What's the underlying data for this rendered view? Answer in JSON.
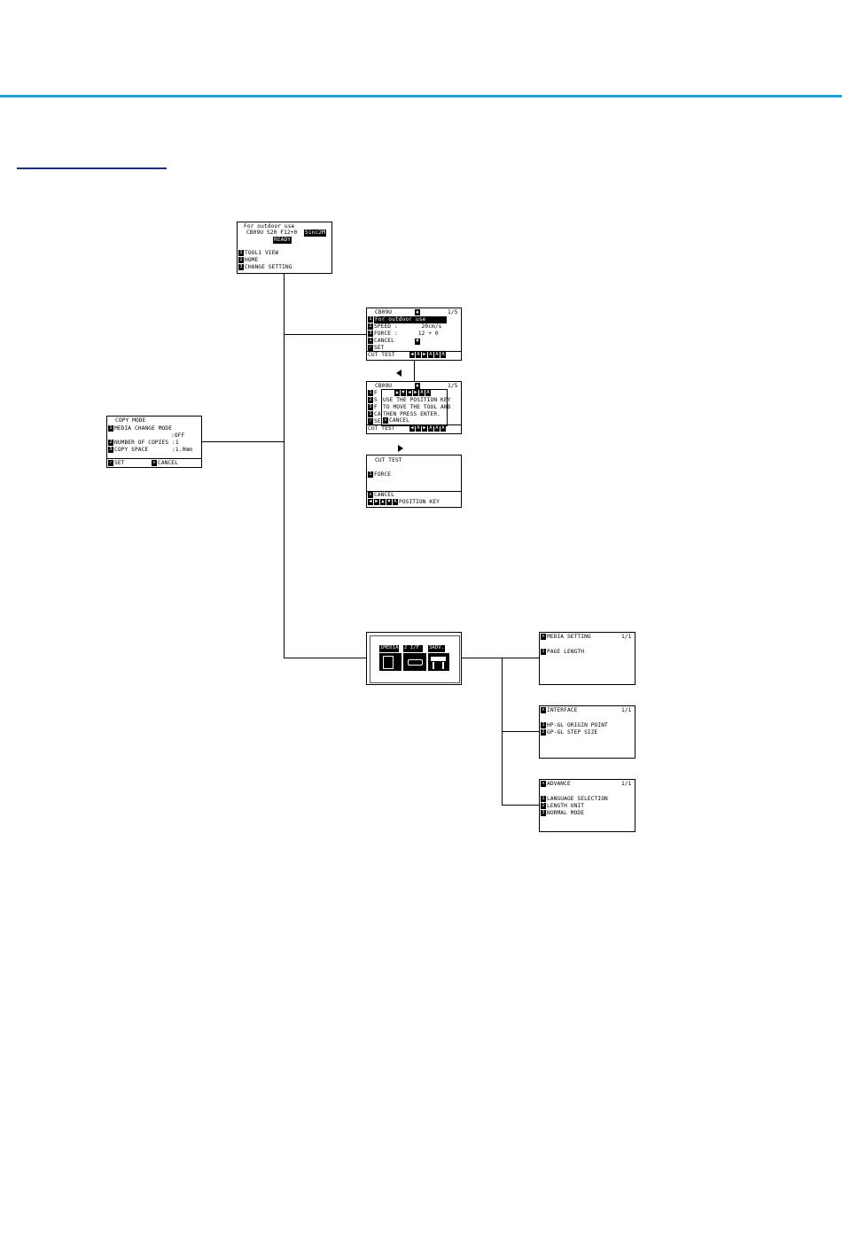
{
  "main_screen": {
    "line1": "For outdoor use",
    "line2": "CB09U S20 F12+0",
    "tag": "Sinc2M",
    "status": "READY",
    "items": [
      {
        "key": "1",
        "label": "TOOL1 VIEW"
      },
      {
        "key": "2",
        "label": "HOME"
      },
      {
        "key": "3",
        "label": "CHANGE SETTING"
      }
    ]
  },
  "copy_screen": {
    "title": "COPY MODE",
    "items": [
      {
        "key": "1",
        "label": "MEDIA CHANGE MODE"
      },
      {
        "key": "",
        "label": ":OFF"
      },
      {
        "key": "2",
        "label": "NUMBER OF COPIES :1"
      },
      {
        "key": "3",
        "label": "COPY SPACE       :1.0mm"
      }
    ],
    "footer_set": "SET",
    "footer_cancel": "CANCEL"
  },
  "cond_screen": {
    "tool": "CB09U",
    "page": "1/5",
    "selected": "For outdoor use",
    "speed": "SPEED :       20cm/s",
    "force": "FORCE :      12 + 0",
    "cancel": "CANCEL",
    "set": "SET",
    "footer": "CUT TEST"
  },
  "popup_screen": {
    "tool": "CB09U",
    "page": "1/5",
    "lines": [
      "USE THE POSITION KEY",
      "TO MOVE THE TOOL AND",
      "THEN PRESS ENTER."
    ],
    "cancel": "CANCEL",
    "footer": "CUT TEST"
  },
  "cut_test_screen": {
    "title": "CUT TEST",
    "item": "FORCE",
    "cancel": "CANCEL",
    "footer": "POSITION KEY"
  },
  "menu_screen": {
    "tabs": [
      "MEDIA",
      "I/F",
      "ADV."
    ]
  },
  "media_screen": {
    "title": "MEDIA SETTING",
    "page": "1/1",
    "items": [
      "PAGE LENGTH"
    ]
  },
  "interface_screen": {
    "title": "INTERFACE",
    "page": "1/1",
    "items": [
      "HP-GL ORIGIN POINT",
      "GP-GL STEP SIZE"
    ]
  },
  "advance_screen": {
    "title": "ADVANCE",
    "page": "1/1",
    "items": [
      "LANGUAGE SELECTION",
      "LENGTH UNIT",
      "NORMAL MODE"
    ]
  },
  "colors": {
    "accent_line": "#1fa0d8",
    "heading_rule": "#1e2f7a"
  }
}
